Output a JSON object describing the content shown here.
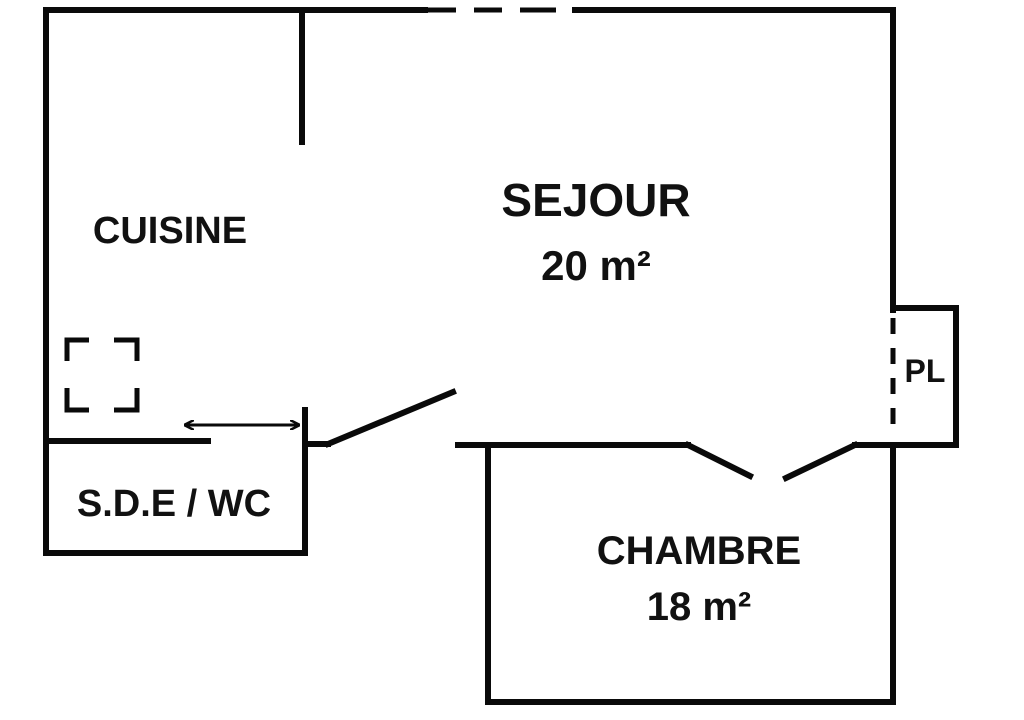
{
  "plan": {
    "rooms": {
      "cuisine": {
        "name": "CUISINE"
      },
      "sejour": {
        "name": "SEJOUR",
        "area": "20 m²"
      },
      "sde_wc": {
        "name": "S.D.E / WC"
      },
      "chambre": {
        "name": "CHAMBRE",
        "area": "18 m²"
      },
      "placard": {
        "name": "PL"
      }
    },
    "colors": {
      "wall": "#0a0a0a",
      "background": "#ffffff"
    }
  }
}
